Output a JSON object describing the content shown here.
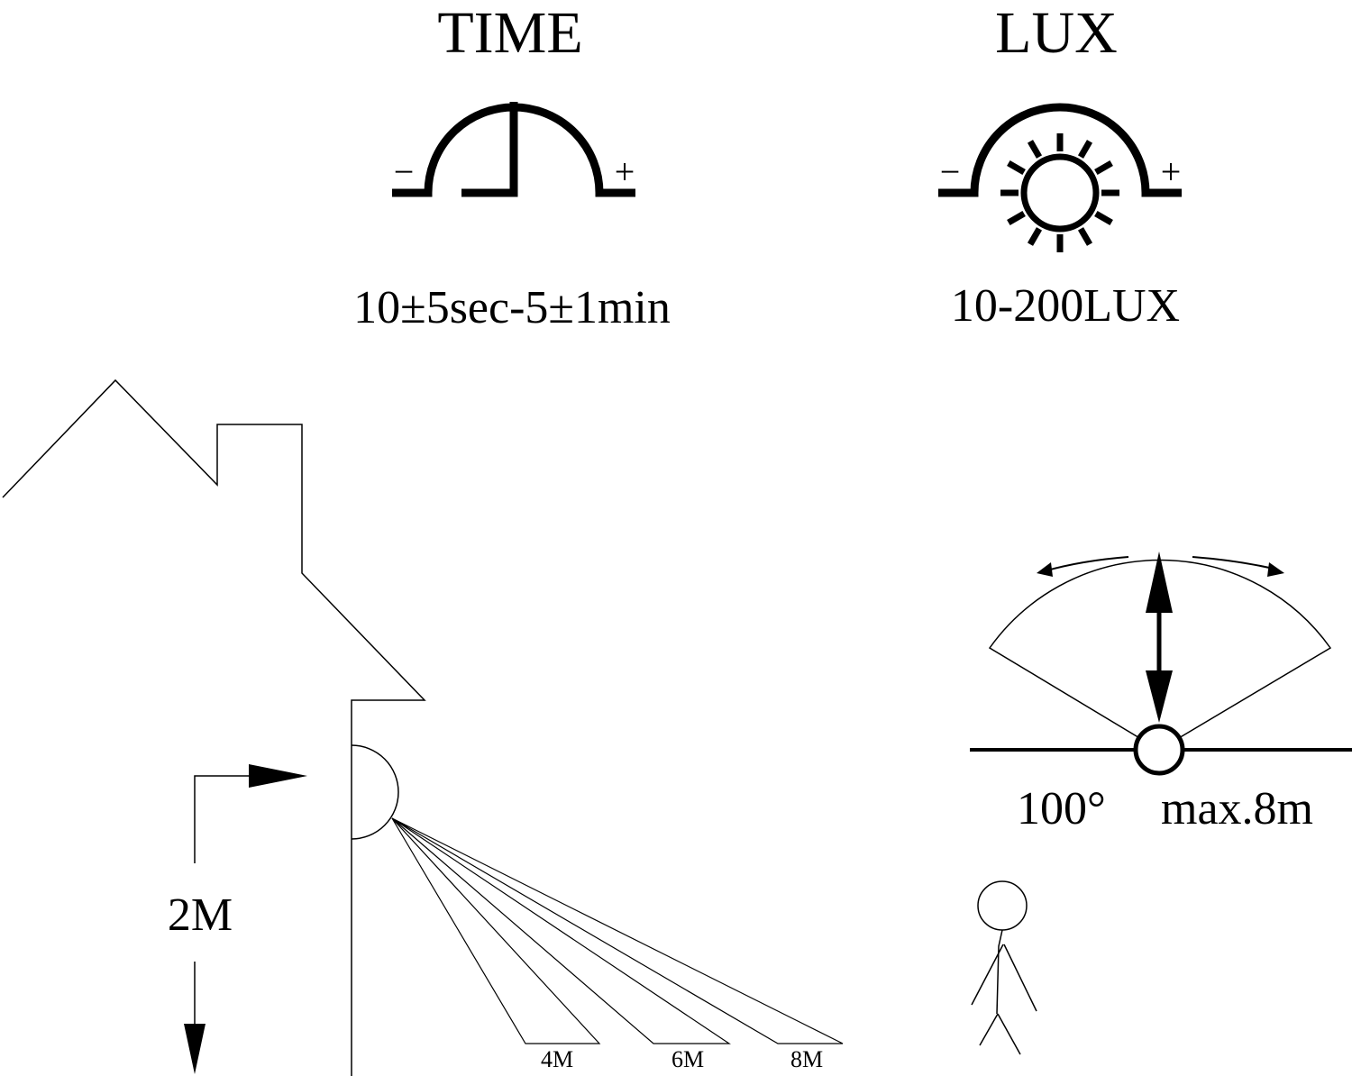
{
  "time": {
    "title": "TIME",
    "minus": "−",
    "plus": "+",
    "range": "10±5sec-5±1min"
  },
  "lux": {
    "title": "LUX",
    "minus": "−",
    "plus": "+",
    "range": "10-200LUX"
  },
  "angle": {
    "angle_label": "100°",
    "distance_label": "max.8m"
  },
  "side_view": {
    "height_label": "2M",
    "zones": [
      "4M",
      "6M",
      "8M"
    ]
  },
  "colors": {
    "ink": "#000000",
    "background": "#ffffff"
  }
}
